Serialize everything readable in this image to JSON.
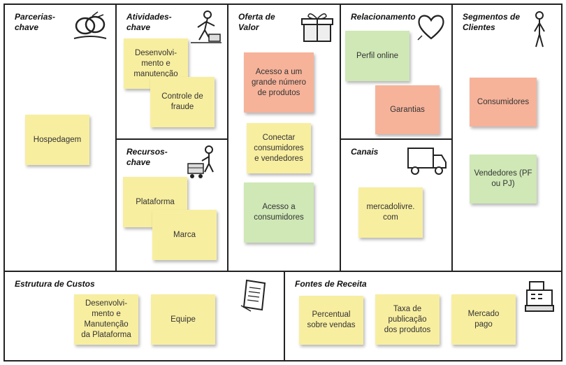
{
  "colors": {
    "yellow": "#f8eea0",
    "pink": "#f6b39a",
    "green": "#cfe8b6",
    "border": "#222222"
  },
  "blocks": {
    "parcerias": {
      "title": "Parcerias-\nchave",
      "icon": "rings-icon",
      "notes": [
        {
          "text": "Hospedagem",
          "color": "yellow"
        }
      ]
    },
    "atividades": {
      "title": "Atividades-\nchave",
      "icon": "worker-icon",
      "notes": [
        {
          "text": "Desenvolvi-\nmento e\nmanutenção",
          "color": "yellow"
        },
        {
          "text": "Controle de\nfraude",
          "color": "yellow"
        }
      ]
    },
    "recursos": {
      "title": "Recursos-\nchave",
      "icon": "forklift-icon",
      "notes": [
        {
          "text": "Plataforma",
          "color": "yellow"
        },
        {
          "text": "Marca",
          "color": "yellow"
        }
      ]
    },
    "oferta": {
      "title": "Oferta de\nValor",
      "icon": "gift-icon",
      "notes": [
        {
          "text": "Acesso a um\ngrande número\nde produtos",
          "color": "pink"
        },
        {
          "text": "Conectar\nconsumidores\ne vendedores",
          "color": "yellow"
        },
        {
          "text": "Acesso a\nconsumidores",
          "color": "green"
        }
      ]
    },
    "relacionamento": {
      "title": "Relacionamento",
      "icon": "heart-icon",
      "notes": [
        {
          "text": "Perfil online",
          "color": "green"
        },
        {
          "text": "Garantias",
          "color": "pink"
        }
      ]
    },
    "canais": {
      "title": "Canais",
      "icon": "truck-icon",
      "notes": [
        {
          "text": "mercadolivre.\ncom",
          "color": "yellow"
        }
      ]
    },
    "segmentos": {
      "title": "Segmentos de\nClientes",
      "icon": "person-icon",
      "notes": [
        {
          "text": "Consumidores",
          "color": "pink"
        },
        {
          "text": "Vendedores (PF\nou PJ)",
          "color": "green"
        }
      ]
    },
    "custos": {
      "title": "Estrutura de Custos",
      "icon": "receipt-icon",
      "notes": [
        {
          "text": "Desenvolvi-\nmento e\nManutenção\nda Plataforma",
          "color": "yellow"
        },
        {
          "text": "Equipe",
          "color": "yellow"
        }
      ]
    },
    "receitas": {
      "title": "Fontes de Receita",
      "icon": "cash-register-icon",
      "notes": [
        {
          "text": "Percentual\nsobre vendas",
          "color": "yellow"
        },
        {
          "text": "Taxa de\npublicação\ndos produtos",
          "color": "yellow"
        },
        {
          "text": "Mercado\npago",
          "color": "yellow"
        }
      ]
    }
  }
}
